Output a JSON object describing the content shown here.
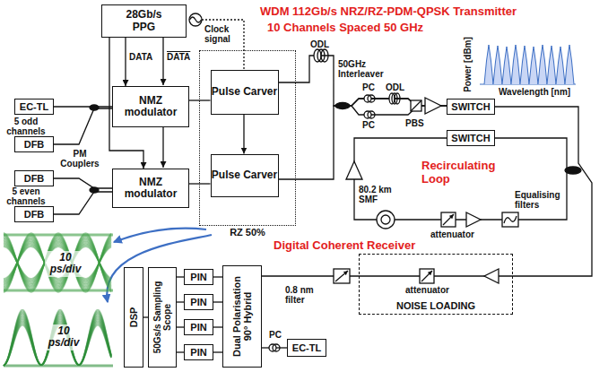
{
  "diagram": {
    "title": "WDM 112Gb/s NRZ/RZ-PDM-QPSK Transmitter",
    "nodes": [
      {
        "text": [
          "28Gb/s PPG"
        ]
      },
      {
        "text": [
          "EC-TL"
        ]
      },
      {
        "text": [
          "DFB"
        ]
      },
      {
        "text": [
          "DFB"
        ]
      },
      {
        "text": [
          "DFB"
        ]
      },
      {
        "text": [
          "NMZ modulator"
        ]
      },
      {
        "text": [
          "NMZ modulator"
        ]
      },
      {
        "text": [
          "RZ 50%"
        ]
      },
      {
        "text": [
          "Pulse Carver"
        ],
        "in": 7
      },
      {
        "text": [
          "Pulse Carver"
        ],
        "in": 7
      },
      {
        "text": [
          "SWITCH"
        ]
      },
      {
        "text": [
          "SWITCH"
        ]
      },
      {
        "text": [
          "NOISE LOADING"
        ]
      },
      {
        "text": [
          "DSP"
        ]
      },
      {
        "text": [
          "50Gs/s Sampling Scope"
        ]
      },
      {
        "text": [
          "PIN"
        ]
      },
      {
        "text": [
          "PIN"
        ]
      },
      {
        "text": [
          "PIN"
        ]
      },
      {
        "text": [
          "PIN"
        ]
      },
      {
        "text": [
          "Dual Polarisation 90° Hybrid"
        ]
      },
      {
        "text": [
          "EC-TL"
        ]
      }
    ],
    "edges": [
      {
        "from": 0,
        "to": 5,
        "arrow": "to"
      },
      {
        "from": 0,
        "to": 6,
        "arrow": "to"
      },
      {
        "from": 1,
        "to": 5,
        "arrow": "none"
      },
      {
        "from": 2,
        "to": 5,
        "arrow": "none"
      },
      {
        "from": 3,
        "to": 6,
        "arrow": "none"
      },
      {
        "from": 4,
        "to": 6,
        "arrow": "none"
      },
      {
        "from": 5,
        "to": 8,
        "arrow": "none"
      },
      {
        "from": 6,
        "to": 9,
        "arrow": "none"
      },
      {
        "from": 8,
        "to": 9,
        "arrow": "to"
      },
      {
        "from": 8,
        "to": 10,
        "arrow": "none"
      },
      {
        "from": 9,
        "to": 10,
        "arrow": "none"
      },
      {
        "from": 10,
        "to": 12,
        "arrow": "none"
      },
      {
        "from": 12,
        "to": 19,
        "arrow": "none"
      },
      {
        "from": 20,
        "to": 19,
        "arrow": "none"
      },
      {
        "from": 19,
        "to": 15,
        "arrow": "none"
      },
      {
        "from": 19,
        "to": 16,
        "arrow": "none"
      },
      {
        "from": 19,
        "to": 17,
        "arrow": "none"
      },
      {
        "from": 19,
        "to": 18,
        "arrow": "none"
      },
      {
        "from": 15,
        "to": 14,
        "arrow": "none"
      },
      {
        "from": 16,
        "to": 14,
        "arrow": "none"
      },
      {
        "from": 17,
        "to": 14,
        "arrow": "none"
      },
      {
        "from": 18,
        "to": 14,
        "arrow": "none"
      },
      {
        "from": 14,
        "to": 13,
        "arrow": "none"
      }
    ],
    "labels": [
      "10 Channels Spaced 50 GHz",
      "Clock signal",
      "DATA",
      "DATA",
      "5 odd channels",
      "PM Couplers",
      "5 even channels",
      "ODL",
      "50GHz Interleaver",
      "PC",
      "ODL",
      "PC",
      "PBS",
      "Power [dBm]",
      "Wavelength [nm]",
      "Recirculating Loop",
      "80.2 km SMF",
      "attenuator",
      "Equalising filters",
      "Digital Coherent Receiver",
      "attenuator",
      "0.8 nm filter",
      "PC",
      "10 ps/div",
      "10 ps/div"
    ]
  }
}
